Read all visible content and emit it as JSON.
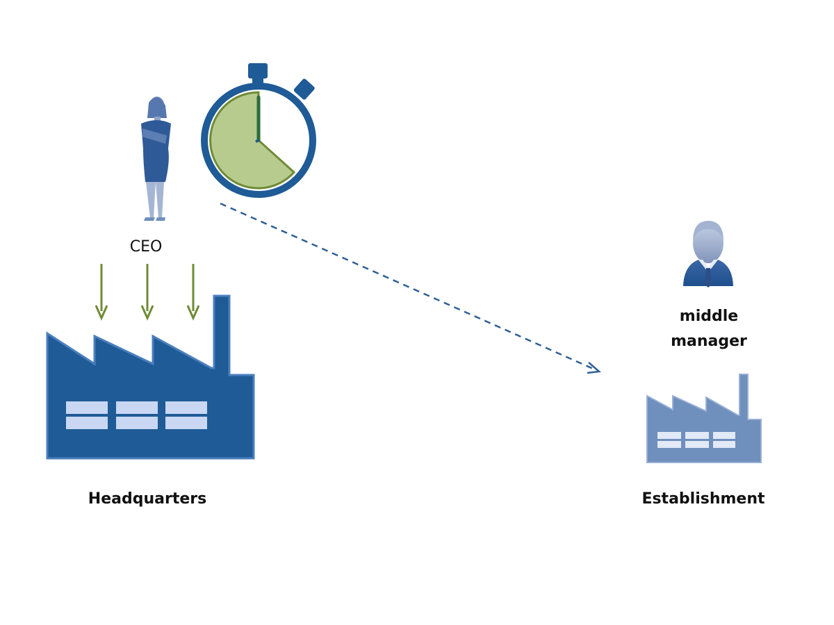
{
  "labels": {
    "ceo": "CEO",
    "headquarters": "Headquarters",
    "middle_manager_line1": "middle",
    "middle_manager_line2": "manager",
    "establishment": "Establishment"
  },
  "icons": {
    "ceo": "businesswoman-icon",
    "timer": "stopwatch-icon",
    "headquarters": "factory-icon",
    "middle_manager": "businessman-icon",
    "establishment": "factory-icon"
  },
  "colors": {
    "dark_blue": "#1f5b96",
    "light_blue": "#6f8fbd",
    "green": "#6f8b35",
    "green_fill": "#b7cb8f",
    "window_fill": "#c9d7f2",
    "text": "#111111"
  },
  "stopwatch": {
    "elapsed_fraction": 0.36
  }
}
